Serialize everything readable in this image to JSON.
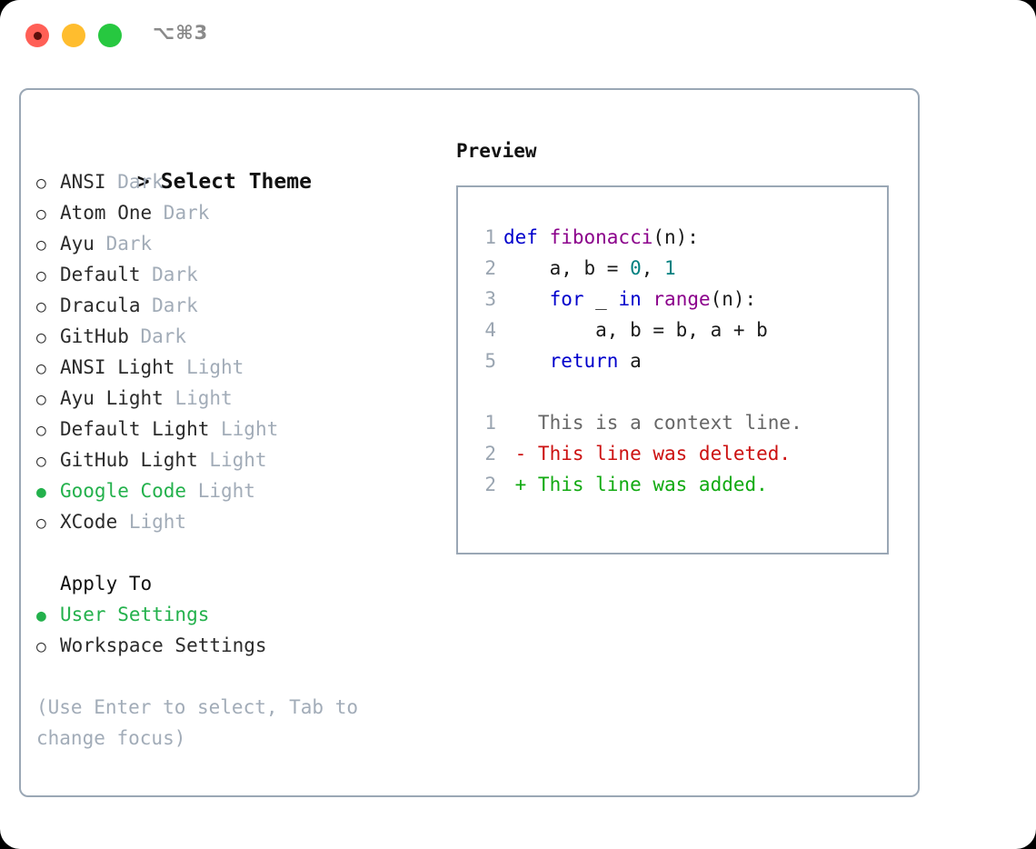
{
  "window": {
    "shortcut": "⌥⌘3",
    "traffic_lights": [
      {
        "name": "close-button",
        "color": "#ff5f56"
      },
      {
        "name": "minimize-button",
        "color": "#ffbd2e"
      },
      {
        "name": "zoom-button",
        "color": "#27c840"
      }
    ]
  },
  "colors": {
    "accent_green": "#23b14c",
    "muted_gray": "#a2acb8",
    "border": "#9aa7b5",
    "keyword_blue": "#0000cc",
    "function_purple": "#8b008b",
    "number_teal": "#008080",
    "diff_delete_red": "#cc1111",
    "diff_add_green": "#11aa11",
    "linenumber_gray": "#9aa5b1"
  },
  "theme_list": {
    "heading_marker": ">",
    "heading": "Select Theme",
    "bullet_selected": "●",
    "bullet_unselected": "○",
    "items": [
      {
        "label": "ANSI",
        "tag": "Dark",
        "selected": false
      },
      {
        "label": "Atom One",
        "tag": "Dark",
        "selected": false
      },
      {
        "label": "Ayu",
        "tag": "Dark",
        "selected": false
      },
      {
        "label": "Default",
        "tag": "Dark",
        "selected": false
      },
      {
        "label": "Dracula",
        "tag": "Dark",
        "selected": false
      },
      {
        "label": "GitHub",
        "tag": "Dark",
        "selected": false
      },
      {
        "label": "ANSI Light",
        "tag": "Light",
        "selected": false
      },
      {
        "label": "Ayu Light",
        "tag": "Light",
        "selected": false
      },
      {
        "label": "Default Light",
        "tag": "Light",
        "selected": false
      },
      {
        "label": "GitHub Light",
        "tag": "Light",
        "selected": false
      },
      {
        "label": "Google Code",
        "tag": "Light",
        "selected": true
      },
      {
        "label": "XCode",
        "tag": "Light",
        "selected": false
      }
    ]
  },
  "apply_to": {
    "heading": "Apply To",
    "items": [
      {
        "label": "User Settings",
        "selected": true
      },
      {
        "label": "Workspace Settings",
        "selected": false
      }
    ]
  },
  "hint": "(Use Enter to select, Tab to change focus)",
  "preview": {
    "heading": "Preview",
    "code_lines": [
      {
        "number": "1",
        "tokens": [
          {
            "text": "def ",
            "type": "keyword"
          },
          {
            "text": "fibonacci",
            "type": "function"
          },
          {
            "text": "(n):",
            "type": "plain"
          }
        ]
      },
      {
        "number": "2",
        "tokens": [
          {
            "text": "    a, b = ",
            "type": "plain"
          },
          {
            "text": "0",
            "type": "number"
          },
          {
            "text": ", ",
            "type": "plain"
          },
          {
            "text": "1",
            "type": "number"
          }
        ]
      },
      {
        "number": "3",
        "tokens": [
          {
            "text": "    ",
            "type": "plain"
          },
          {
            "text": "for",
            "type": "keyword"
          },
          {
            "text": " _ ",
            "type": "plain"
          },
          {
            "text": "in",
            "type": "keyword"
          },
          {
            "text": " ",
            "type": "plain"
          },
          {
            "text": "range",
            "type": "function"
          },
          {
            "text": "(n):",
            "type": "plain"
          }
        ]
      },
      {
        "number": "4",
        "tokens": [
          {
            "text": "        a, b = b, a + b",
            "type": "plain"
          }
        ]
      },
      {
        "number": "5",
        "tokens": [
          {
            "text": "    ",
            "type": "plain"
          },
          {
            "text": "return",
            "type": "keyword"
          },
          {
            "text": " a",
            "type": "plain"
          }
        ]
      }
    ],
    "diff_lines": [
      {
        "number": "1",
        "sign": " ",
        "text": "This is a context line.",
        "kind": "context"
      },
      {
        "number": "2",
        "sign": "-",
        "text": "This line was deleted.",
        "kind": "delete"
      },
      {
        "number": "2",
        "sign": "+",
        "text": "This line was added.",
        "kind": "add"
      }
    ]
  }
}
